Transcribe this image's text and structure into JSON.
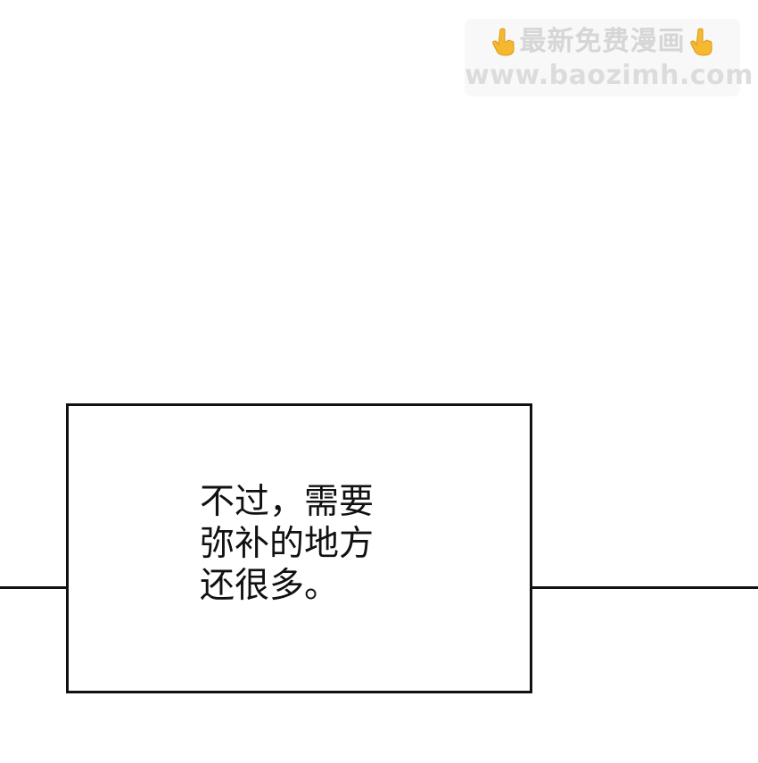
{
  "watermark": {
    "line1": "最新免费漫画",
    "line2": "www.baozimh.com",
    "hand_icon": "pointing-down-hand-icon",
    "hand_color": "#F5B82E"
  },
  "caption": {
    "lines": [
      "不过，需要",
      "弥补的地方",
      "还很多。"
    ]
  },
  "colors": {
    "background": "#FFFFFF",
    "ink": "#111111",
    "watermark_text": "#D6D6D6"
  }
}
